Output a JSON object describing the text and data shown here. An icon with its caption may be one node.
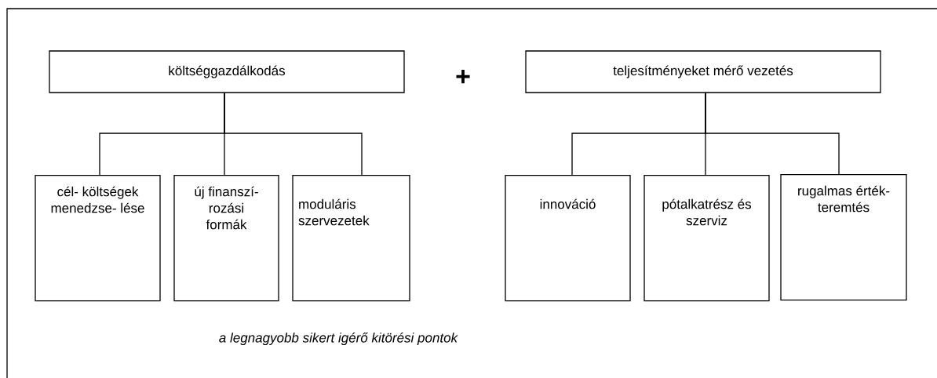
{
  "diagram": {
    "caption": "a legnagyobb sikert igérő kitörési pontok",
    "nodes": [
      {
        "text": [
          "költséggazdálkodás"
        ]
      },
      {
        "text": [
          "cél- költségek menedzse- lése"
        ]
      },
      {
        "text": [
          "új finanszí- rozási formák"
        ]
      },
      {
        "text": [
          "moduláris szervezetek"
        ]
      },
      {
        "text": [
          "teljesítményeket mérő vezetés"
        ]
      },
      {
        "text": [
          "innováció"
        ]
      },
      {
        "text": [
          "pótalkatrész és szerviz"
        ]
      },
      {
        "text": [
          "rugalmas érték- teremtés"
        ]
      }
    ],
    "edges": [
      {
        "from": 0,
        "to": 1,
        "arrow": "none"
      },
      {
        "from": 0,
        "to": 2,
        "arrow": "none"
      },
      {
        "from": 0,
        "to": 3,
        "arrow": "none"
      },
      {
        "from": 4,
        "to": 5,
        "arrow": "none"
      },
      {
        "from": 4,
        "to": 6,
        "arrow": "none"
      },
      {
        "from": 4,
        "to": 7,
        "arrow": "none"
      }
    ],
    "labels": [
      "+"
    ]
  }
}
